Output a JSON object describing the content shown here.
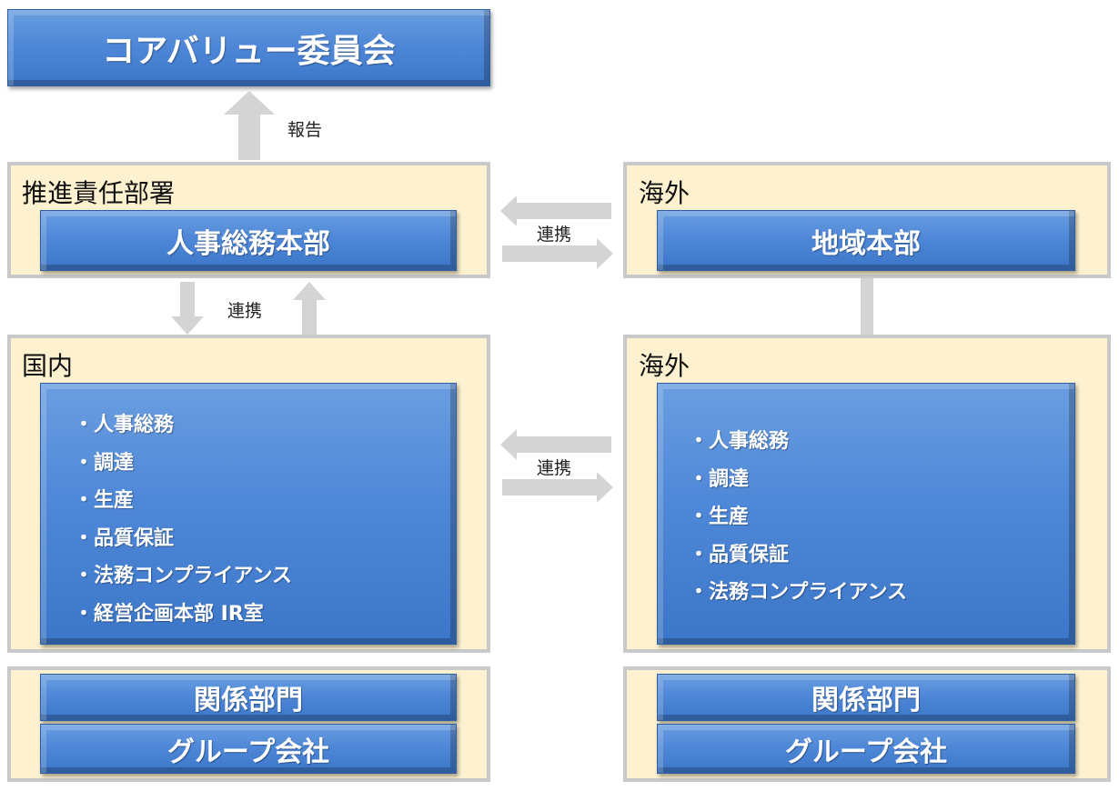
{
  "committee": {
    "title": "コアバリュー委員会"
  },
  "report_label": "報告",
  "promotion": {
    "group_title": "推進責任部署",
    "box_label": "人事総務本部"
  },
  "overseas_hq": {
    "group_title": "海外",
    "box_label": "地域本部"
  },
  "collab_label_top": "連携",
  "collab_label_vertical": "連携",
  "collab_label_middle": "連携",
  "domestic": {
    "group_title": "国内",
    "items": [
      "人事総務",
      "調達",
      "生産",
      "品質保証",
      "法務コンプライアンス",
      "経営企画本部 IR室"
    ]
  },
  "overseas": {
    "group_title": "海外",
    "items": [
      "人事総務",
      "調達",
      "生産",
      "品質保証",
      "法務コンプライアンス"
    ]
  },
  "bottom_left": {
    "dept": "関係部門",
    "group": "グループ会社"
  },
  "bottom_right": {
    "dept": "関係部門",
    "group": "グループ会社"
  },
  "colors": {
    "box_blue": "#4f88d8",
    "cream": "#fdf1cf",
    "frame_gray": "#c9c9c9",
    "arrow_gray": "#d4d4d4"
  }
}
